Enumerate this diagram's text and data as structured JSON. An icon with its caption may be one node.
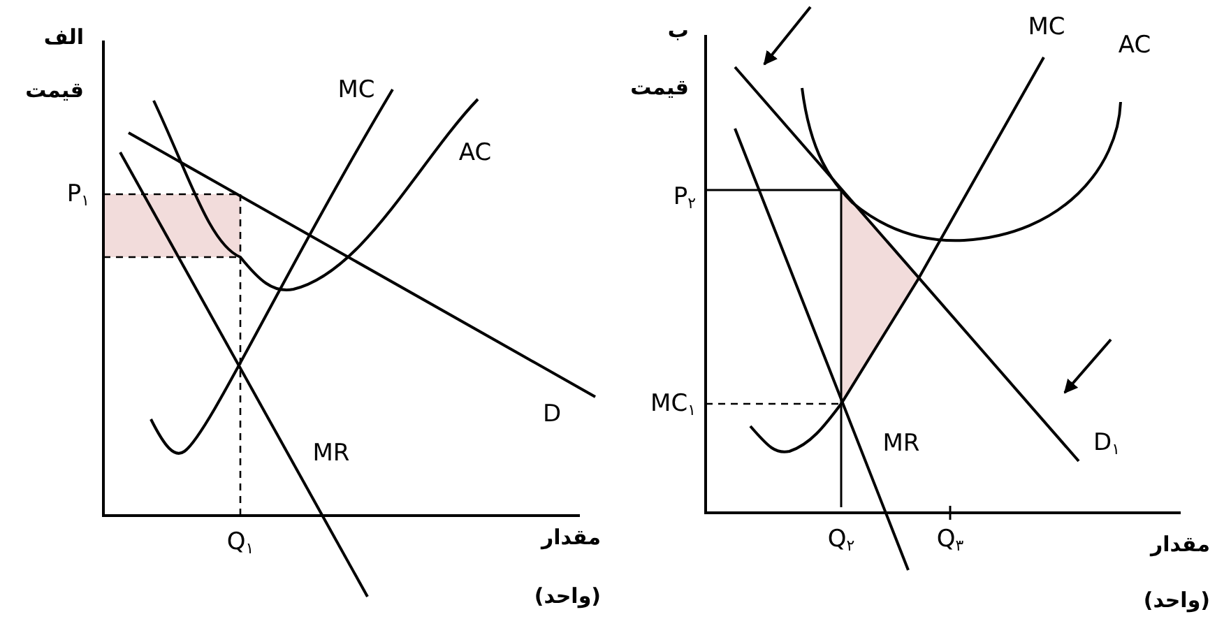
{
  "diagram": {
    "labels": [
      "الف",
      "قیمت",
      "MC",
      "AC",
      "P$_{۱}$",
      "D",
      "MR",
      "Q$_{۱}$",
      "مقدار",
      "(واحد)",
      "ب",
      "قیمت",
      "MC",
      "AC",
      "P$_{۲}$",
      "MC$_{۱}$",
      "MR",
      "D$_{۱}$",
      "Q$_{۲}$",
      "Q$_{۳}$",
      "مقدار",
      "(واحد)"
    ]
  }
}
